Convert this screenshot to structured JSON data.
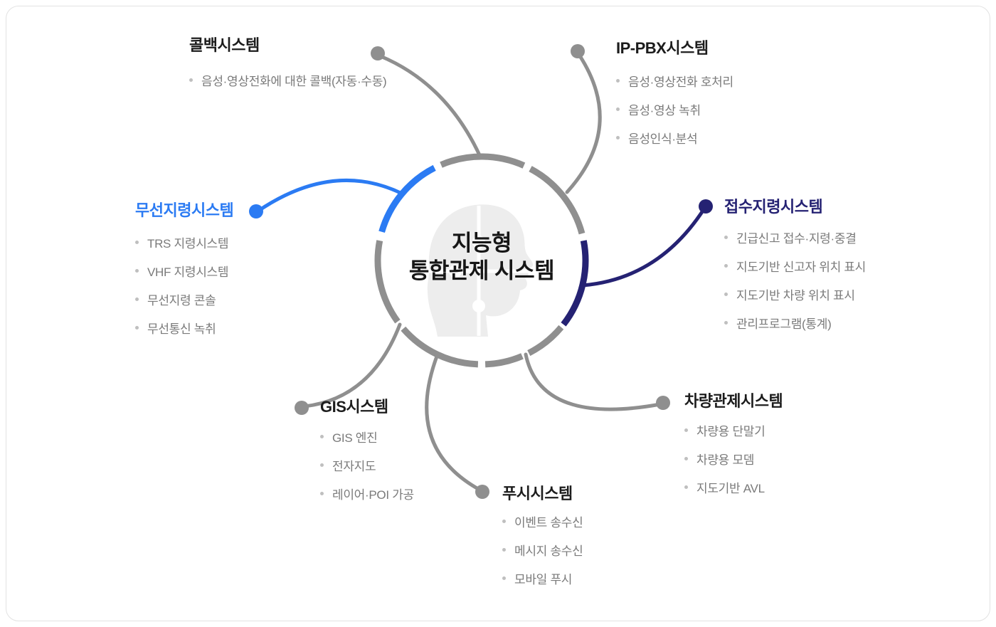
{
  "center": {
    "title_line1": "지능형",
    "title_line2": "통합관제 시스템"
  },
  "colors": {
    "accent_blue": "#2b7bf3",
    "accent_navy": "#252273",
    "line_gray": "#8f8f8f"
  },
  "groups": {
    "callback": {
      "title": "콜백시스템",
      "items": [
        "음성·영상전화에 대한 콜백(자동·수동)"
      ]
    },
    "ippbx": {
      "title": "IP-PBX시스템",
      "items": [
        "음성·영상전화 호처리",
        "음성·영상 녹취",
        "음성인식·분석"
      ]
    },
    "wireless": {
      "title": "무선지령시스템",
      "items": [
        "TRS 지령시스템",
        "VHF 지령시스템",
        "무선지령 콘솔",
        "무선통신 녹취"
      ]
    },
    "reception": {
      "title": "접수지령시스템",
      "items": [
        "긴급신고 접수·지령·중결",
        "지도기반 신고자 위치 표시",
        "지도기반 차량 위치 표시",
        "관리프로그램(통계)"
      ]
    },
    "gis": {
      "title": "GIS시스템",
      "items": [
        "GIS 엔진",
        "전자지도",
        "레이어·POI 가공"
      ]
    },
    "push": {
      "title": "푸시시스템",
      "items": [
        "이벤트 송수신",
        "메시지 송수신",
        "모바일 푸시"
      ]
    },
    "vehicle": {
      "title": "차량관제시스템",
      "items": [
        "차량용 단말기",
        "차량용 모뎀",
        "지도기반 AVL"
      ]
    }
  }
}
